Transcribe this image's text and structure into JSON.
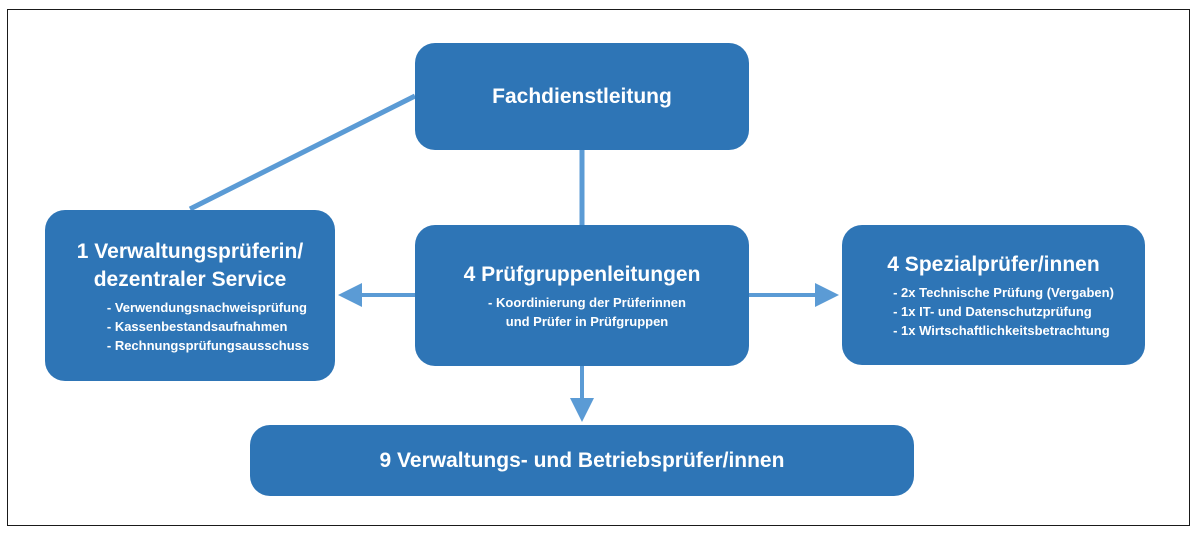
{
  "colors": {
    "box_fill": "#2e75b6",
    "connector": "#5b9bd5",
    "text": "#ffffff",
    "border": "#1a1a1a"
  },
  "head": {
    "title": "Fachdienstleitung"
  },
  "left": {
    "title_line1": "1 Verwaltungsprüferin/",
    "title_line2": "dezentraler Service",
    "items": [
      "- Verwendungsnachweisprüfung",
      "- Kassenbestandsaufnahmen",
      "- Rechnungsprüfungsausschuss"
    ]
  },
  "center": {
    "title": "4 Prüfgruppenleitungen",
    "items": [
      "- Koordinierung der Prüferinnen",
      "und Prüfer in Prüfgruppen"
    ]
  },
  "right": {
    "title": "4 Spezialprüfer/innen",
    "items": [
      "- 2x Technische Prüfung (Vergaben)",
      "- 1x IT- und Datenschutzprüfung",
      "- 1x Wirtschaftlichkeitsbetrachtung"
    ]
  },
  "bottom": {
    "title": "9 Verwaltungs- und Betriebsprüfer/innen"
  }
}
